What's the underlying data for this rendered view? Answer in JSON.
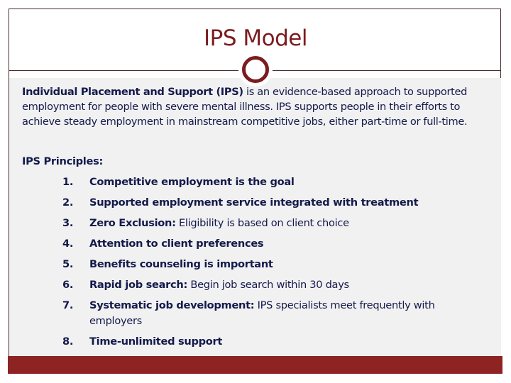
{
  "slide": {
    "title": "IPS Model",
    "intro": {
      "bold_lead": "Individual Placement and Support (IPS)",
      "text": " is an evidence-based approach to supported employment for people with severe mental illness. IPS supports people in their efforts to achieve steady employment in mainstream competitive jobs, either part-time or full-time."
    },
    "principles_heading": "IPS Principles:",
    "principles": [
      {
        "number": "1.",
        "lead": "",
        "text": "Competitive employment is the goal",
        "all_bold": true
      },
      {
        "number": "2.",
        "lead": "",
        "text": "Supported employment service integrated with treatment",
        "all_bold": true
      },
      {
        "number": "3.",
        "lead": "Zero Exclusion:",
        "text": " Eligibility is based on client choice",
        "all_bold": false
      },
      {
        "number": "4.",
        "lead": "",
        "text": "Attention to client preferences",
        "all_bold": true
      },
      {
        "number": "5.",
        "lead": "",
        "text": "Benefits counseling is important",
        "all_bold": true
      },
      {
        "number": "6.",
        "lead": "Rapid job search:",
        "text": " Begin job search within 30 days",
        "all_bold": false
      },
      {
        "number": "7.",
        "lead": "Systematic job development:",
        "text": " IPS specialists meet frequently with employers",
        "all_bold": false
      },
      {
        "number": "8.",
        "lead": "",
        "text": "Time-unlimited support",
        "all_bold": true
      }
    ],
    "colors": {
      "accent": "#7b1c1f",
      "footer": "#8e2324",
      "body_text": "#141a4a",
      "panel": "#f1f1f2",
      "border": "#4a2a2a"
    },
    "decorations": {
      "divider_ornament": "ring-icon"
    }
  }
}
